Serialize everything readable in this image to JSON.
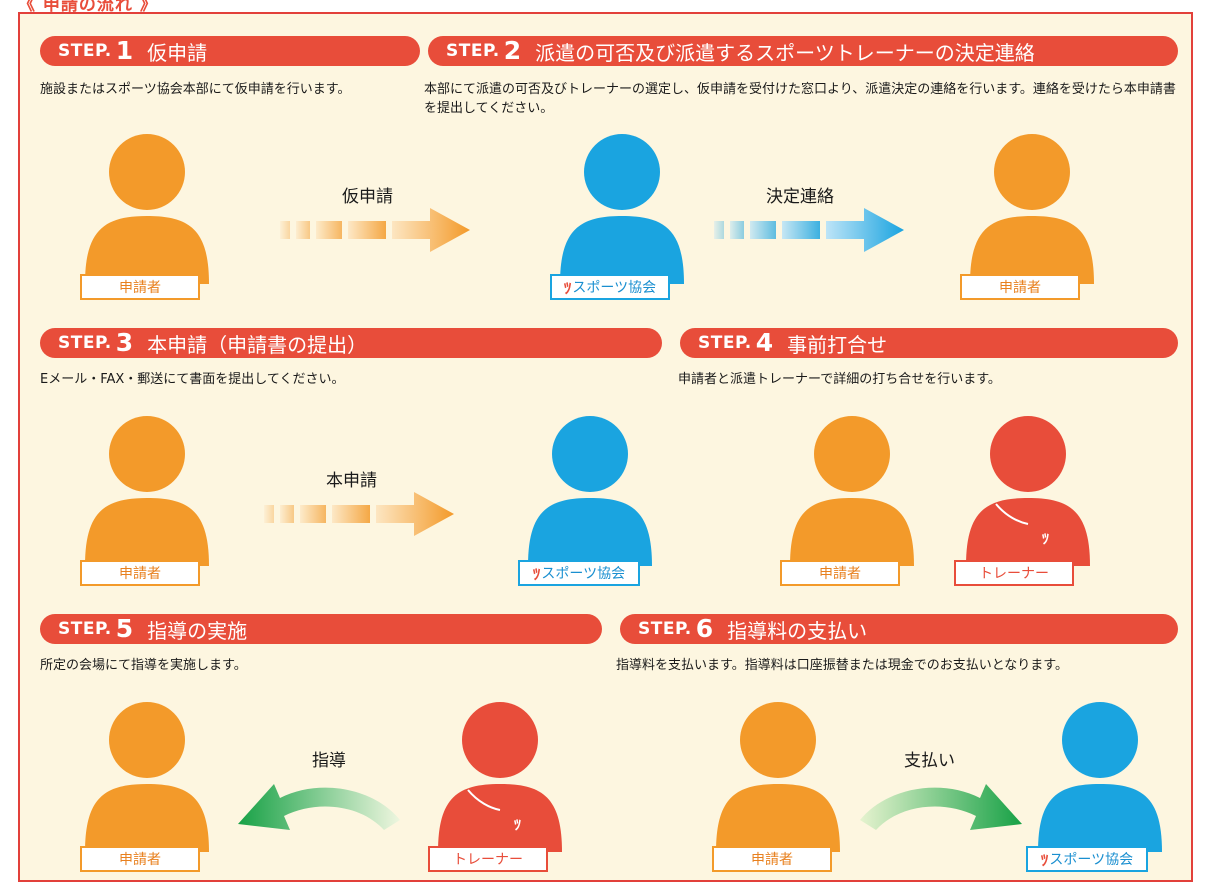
{
  "header_title": "《 申請の流れ 》",
  "step_prefix": "STEP.",
  "steps": [
    {
      "num": "1",
      "title": "仮申請",
      "desc": "施設またはスポーツ協会本部にて仮申請を行います。"
    },
    {
      "num": "2",
      "title": "派遣の可否及び派遣するスポーツトレーナーの決定連絡",
      "desc": "本部にて派遣の可否及びトレーナーの選定し、仮申請を受付けた窓口より、派遣決定の連絡を行います。連絡を受けたら本申請書を提出してください。"
    },
    {
      "num": "3",
      "title": "本申請（申請書の提出）",
      "desc": "Eメール・FAX・郵送にて書面を提出してください。"
    },
    {
      "num": "4",
      "title": "事前打合せ",
      "desc": "申請者と派遣トレーナーで詳細の打ち合せを行います。"
    },
    {
      "num": "5",
      "title": "指導の実施",
      "desc": "所定の会場にて指導を実施します。"
    },
    {
      "num": "6",
      "title": "指導料の支払い",
      "desc": "指導料を支払います。指導料は口座振替または現金でのお支払いとなります。"
    }
  ],
  "roles": {
    "applicant": "申請者",
    "association": "スポーツ協会",
    "trainer": "トレーナー"
  },
  "actions": {
    "provisional": "仮申請",
    "decision": "決定連絡",
    "formal": "本申請",
    "guidance": "指導",
    "payment": "支払い"
  },
  "colors": {
    "accent_red": "#e84d3a",
    "panel_bg": "#fdf6e0",
    "applicant_orange": "#f39a2a",
    "association_blue": "#1aa4e0",
    "trainer_red": "#e84d3a",
    "guidance_green": "#17a146"
  },
  "icons": {
    "logo": "sports-association-logo-icon",
    "person": "person-silhouette-icon"
  }
}
